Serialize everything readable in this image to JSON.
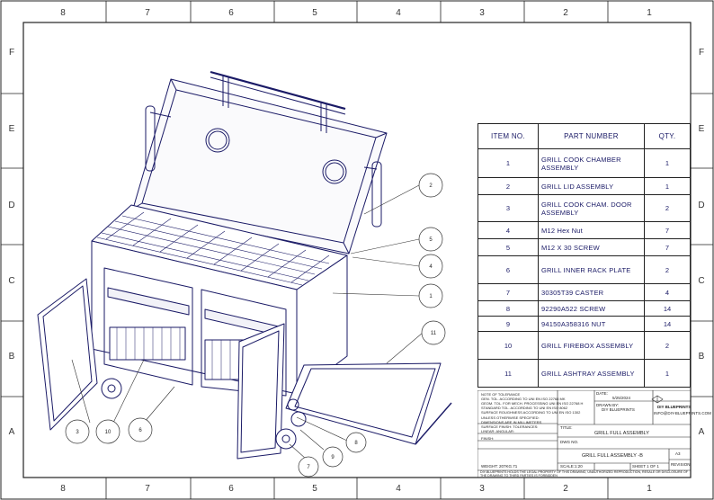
{
  "zones": {
    "columns": [
      "8",
      "7",
      "6",
      "5",
      "4",
      "3",
      "2",
      "1"
    ],
    "rows": [
      "F",
      "E",
      "D",
      "C",
      "B",
      "A"
    ]
  },
  "bom": {
    "headers": [
      "ITEM NO.",
      "PART NUMBER",
      "QTY."
    ],
    "rows": [
      {
        "no": "1",
        "part": "GRILL COOK CHAMBER ASSEMBLY",
        "qty": "1"
      },
      {
        "no": "2",
        "part": "GRILL LID ASSEMBLY",
        "qty": "1"
      },
      {
        "no": "3",
        "part": "GRILL COOK CHAM. DOOR ASSEMBLY",
        "qty": "2"
      },
      {
        "no": "4",
        "part": "M12 Hex Nut",
        "qty": "7"
      },
      {
        "no": "5",
        "part": "M12 X 30 SCREW",
        "qty": "7"
      },
      {
        "no": "6",
        "part": "GRILL INNER RACK PLATE",
        "qty": "2"
      },
      {
        "no": "7",
        "part": "30305T39 CASTER",
        "qty": "4"
      },
      {
        "no": "8",
        "part": "92290A522 SCREW",
        "qty": "14"
      },
      {
        "no": "9",
        "part": "94150A358316 NUT",
        "qty": "14"
      },
      {
        "no": "10",
        "part": "GRILL FIREBOX ASSEMBLY",
        "qty": "2"
      },
      {
        "no": "11",
        "part": "GRILL ASHTRAY ASSEMBLY",
        "qty": "1"
      }
    ]
  },
  "balloons": [
    "1",
    "2",
    "3",
    "4",
    "5",
    "6",
    "7",
    "8",
    "9",
    "10",
    "11"
  ],
  "titleblock": {
    "notes": [
      "NOTE OF TOLERANCE",
      "GEN. TOL. ACCORDING TO UNI EN ISO 22768 MK",
      "GEOM. TOL. FOR MECH. PROCESSING UNI EN ISO 22768 H",
      "STANDARD TOL. ACCORDING TO UNI EN ISO 8062",
      "SURFACE ROUGHNESS ACCORDING TO UNI EN ISO 1302"
    ],
    "units_note": "UNLESS OTHERWISE SPECIFIED: DIMENSIONS ARE IN MILLIMETERS SURFACE FINISH: TOLERANCES: LINEAR: ANGULAR:",
    "finish_label": "FINISH:",
    "weight_label": "WEIGHT: 207KG.71",
    "date_label": "DATE:",
    "date_value": "5/25/2024",
    "drawn_label": "DRAWN BY:",
    "drawn_value": "DIY BLUEPRINTS",
    "company": "DIY BLUEPRINTS",
    "email": "INFO@DIY-BLUEPRINTS.COM",
    "title_label": "TITLE:",
    "title": "GRILL FULL ASSEMBLY",
    "dwg_label": "DWG NO.",
    "dwg_value": "GRILL FULL ASSEMBLY -B",
    "size_label": "A3",
    "revision_label": "REVISION",
    "scale_label": "SCALE:1:20",
    "sheet_label": "SHEET 1 OF 1",
    "copyright": "DIY-BLUEPRINTS HOLDS THE LEGAL PROPERTY OF THIS DRAWING, UNAUTHORIZED REPRODUCTION, RESALE OR DISCLOSURE OF THE DRAWING TO THIRD PARTIES IS FORBIDDEN"
  }
}
